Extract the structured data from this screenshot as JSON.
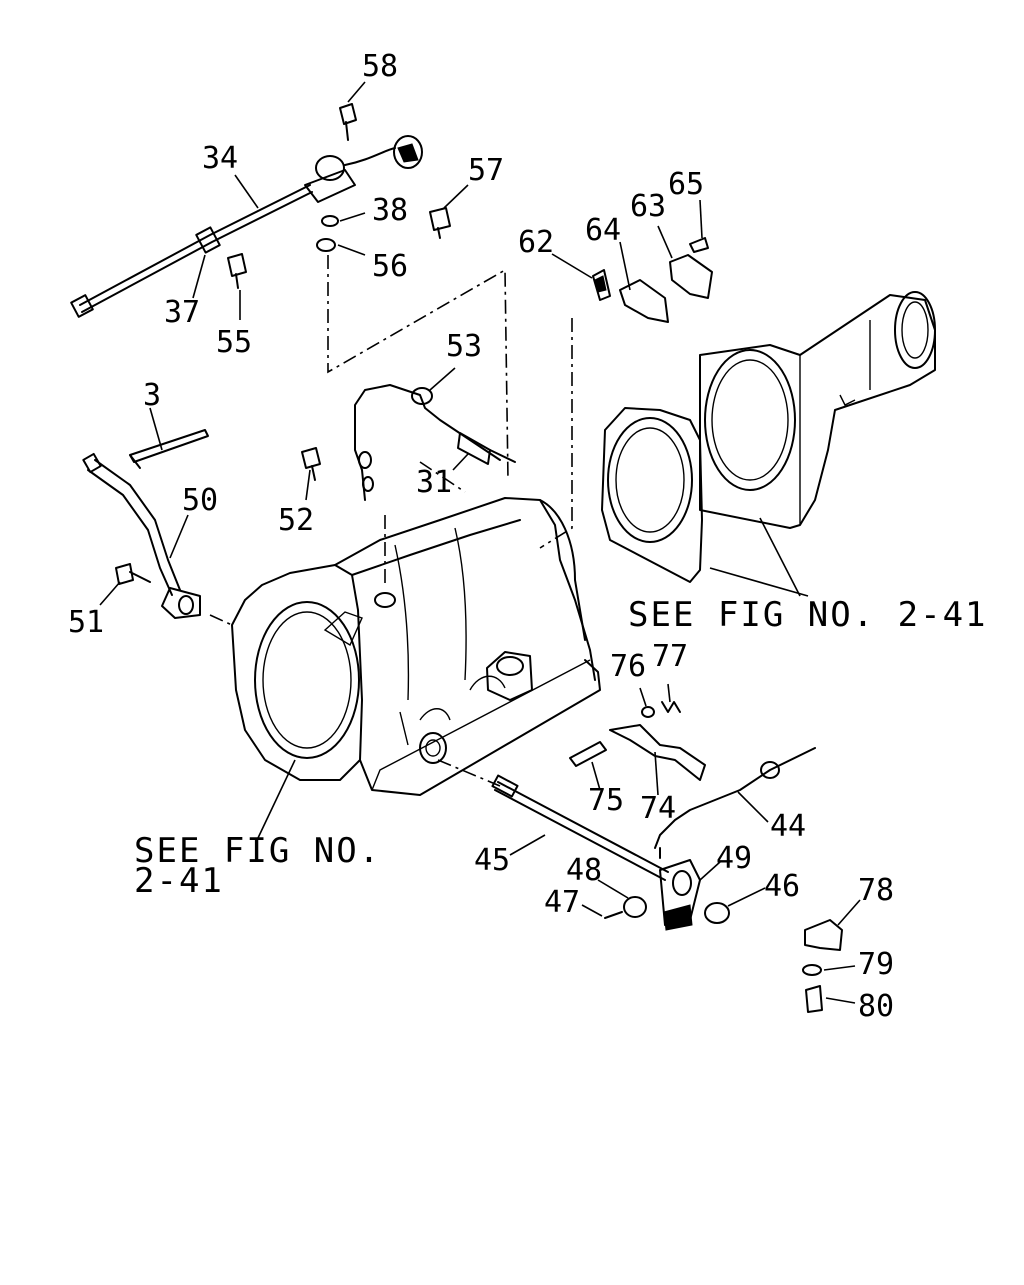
{
  "diagram": {
    "part_numbers": {
      "p58": "58",
      "p34": "34",
      "p38": "38",
      "p56": "56",
      "p57": "57",
      "p37": "37",
      "p55": "55",
      "p62": "62",
      "p64": "64",
      "p63": "63",
      "p65": "65",
      "p53": "53",
      "p3": "3",
      "p31": "31",
      "p52": "52",
      "p50": "50",
      "p51": "51",
      "p76": "76",
      "p77": "77",
      "p75": "75",
      "p74": "74",
      "p44": "44",
      "p45": "45",
      "p48": "48",
      "p49": "49",
      "p47": "47",
      "p46": "46",
      "p78": "78",
      "p79": "79",
      "p80": "80"
    },
    "references": {
      "ref_right": "SEE FIG NO. 2-41",
      "ref_left_line1": "SEE FIG NO.",
      "ref_left_line2": "2-41"
    }
  }
}
